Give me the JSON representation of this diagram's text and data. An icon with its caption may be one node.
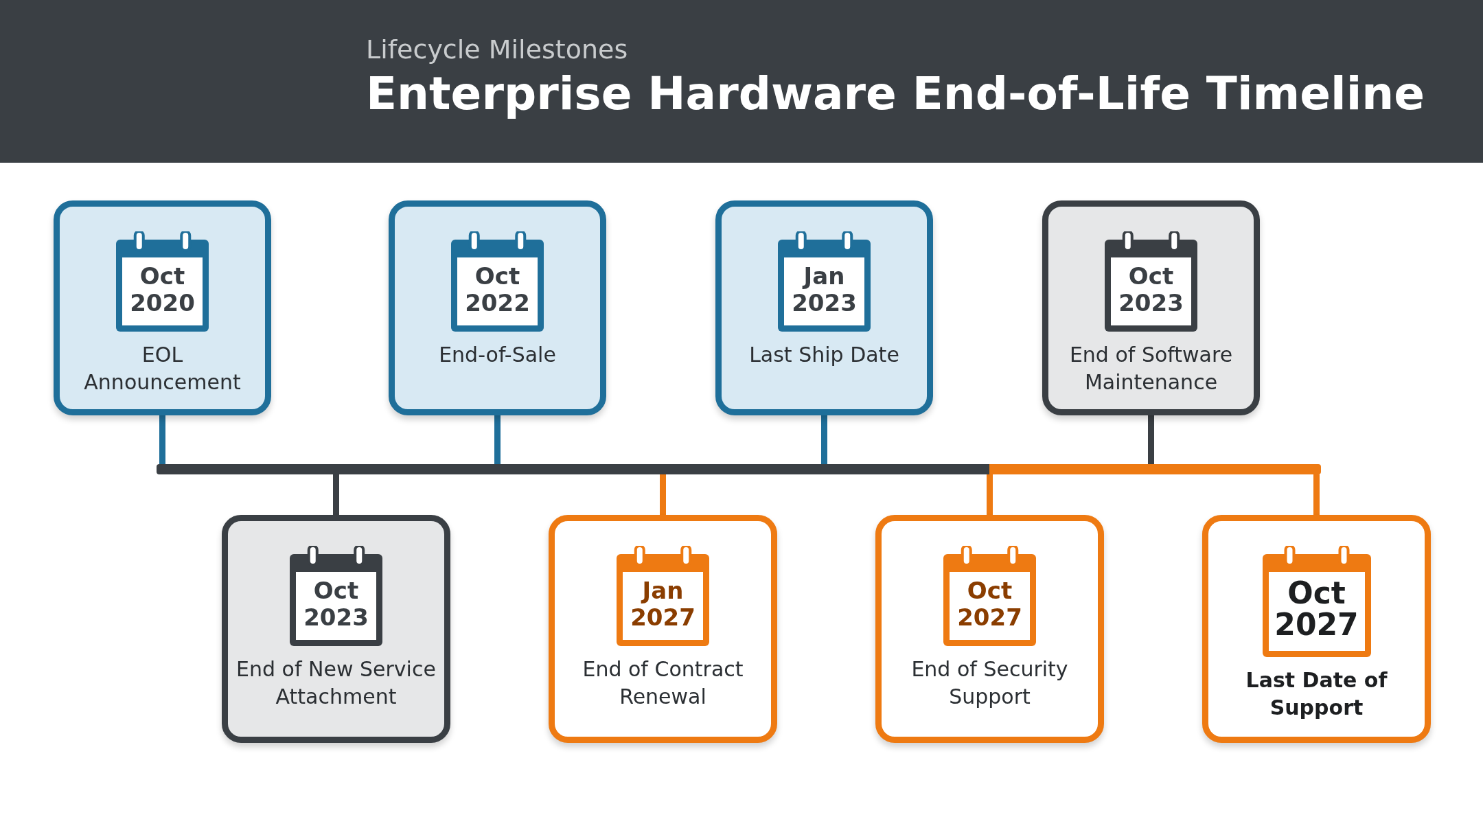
{
  "diagram": {
    "title": "Enterprise Hardware End-of-Life Timeline",
    "nodes": [
      {
        "text": [
          "Oct 2020",
          "EOL Announcement"
        ]
      },
      {
        "text": [
          "Oct 2022",
          "End-of-Sale"
        ]
      },
      {
        "text": [
          "Jan 2023",
          "Last Ship Date"
        ]
      },
      {
        "text": [
          "Oct 2023",
          "End of Software Maintenance"
        ]
      },
      {
        "text": [
          "Oct 2023",
          "End of New Service Attachment"
        ]
      },
      {
        "text": [
          "Jan 2027",
          "End of Contract Renewal"
        ]
      },
      {
        "text": [
          "Oct 2027",
          "End of Security Support"
        ]
      },
      {
        "text": [
          "Oct 2027",
          "Last Date of Support"
        ]
      },
      {
        "text": [],
        "shape": "bar"
      }
    ],
    "edges": [
      {
        "from": 0,
        "to": 8,
        "arrow": "none",
        "color": "#1f6f9a"
      },
      {
        "from": 1,
        "to": 8,
        "arrow": "none",
        "color": "#1f6f9a"
      },
      {
        "from": 2,
        "to": 8,
        "arrow": "none",
        "color": "#1f6f9a"
      },
      {
        "from": 3,
        "to": 8,
        "arrow": "none"
      },
      {
        "from": 8,
        "to": 4,
        "arrow": "none"
      },
      {
        "from": 8,
        "to": 5,
        "arrow": "none",
        "color": "#ee7a12"
      },
      {
        "from": 8,
        "to": 6,
        "arrow": "none",
        "color": "#ee7a12"
      },
      {
        "from": 8,
        "to": 7,
        "arrow": "none",
        "color": "#ee7a12"
      }
    ],
    "labels": [
      "Lifecycle Milestones"
    ]
  }
}
